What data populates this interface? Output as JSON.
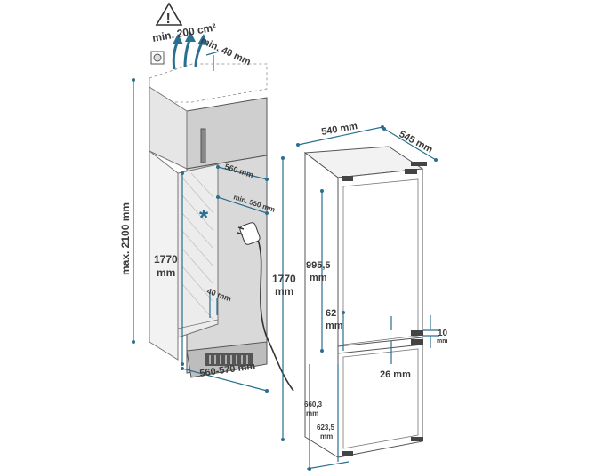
{
  "labels": {
    "warning": "!",
    "min_vent_area": "min. 200 cm²",
    "min_gap_top": "min. 40 mm",
    "max_height": "max. 2100 mm",
    "niche_depth_inner": "560 mm",
    "niche_depth_min": "min. 550 mm",
    "niche_height_value": "1770",
    "niche_height_unit": "mm",
    "bottom_gap": "40 mm",
    "niche_width": "560-570 mm",
    "asterisk": "*",
    "fridge_width": "540 mm",
    "fridge_depth": "545 mm",
    "fridge_height_value": "1770",
    "fridge_height_unit": "mm",
    "upper_door_value": "995,5",
    "upper_door_unit": "mm",
    "gap_62_value": "62",
    "gap_62_unit": "mm",
    "gap_10_value": "10",
    "gap_10_unit": "mm",
    "gap_26": "26 mm",
    "lower_660_value": "660,3",
    "lower_660_unit": "mm",
    "lower_623_value": "623,5",
    "lower_623_unit": "mm"
  },
  "colors": {
    "dimension_line": "#2a6f8f",
    "cabinet_grey": "#d2d2d2",
    "cabinet_dark": "#b8b8b8",
    "text": "#3a3a3a"
  }
}
